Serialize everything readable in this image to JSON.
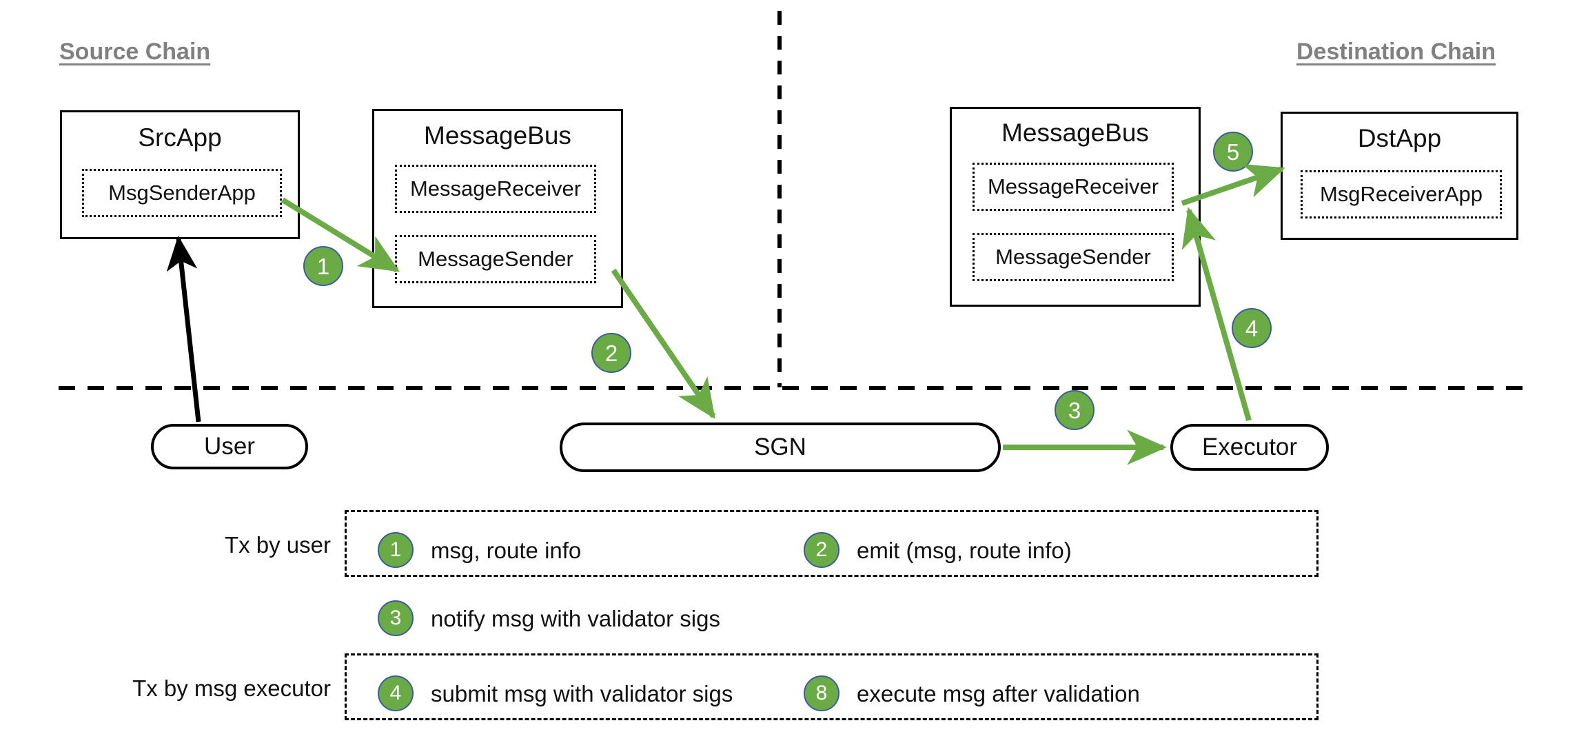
{
  "labels": {
    "source_chain": "Source Chain",
    "destination_chain": "Destination Chain"
  },
  "src_chain": {
    "srcapp": {
      "title": "SrcApp",
      "inner": "MsgSenderApp"
    },
    "messagebus": {
      "title": "MessageBus",
      "receiver": "MessageReceiver",
      "sender": "MessageSender"
    }
  },
  "dst_chain": {
    "messagebus": {
      "title": "MessageBus",
      "receiver": "MessageReceiver",
      "sender": "MessageSender"
    },
    "dstapp": {
      "title": "DstApp",
      "inner": "MsgReceiverApp"
    }
  },
  "offchain": {
    "user": "User",
    "sgn": "SGN",
    "executor": "Executor"
  },
  "flow_badges": {
    "b1": "1",
    "b2": "2",
    "b3": "3",
    "b4": "4",
    "b5": "5"
  },
  "legend": {
    "row1_label": "Tx by user",
    "row2_label": "Tx by msg executor",
    "items": [
      {
        "num": "1",
        "text": "msg, route info"
      },
      {
        "num": "2",
        "text": "emit (msg, route info)"
      },
      {
        "num": "3",
        "text": "notify msg with validator sigs"
      },
      {
        "num": "4",
        "text": "submit msg with validator sigs"
      },
      {
        "num": "8",
        "text": "execute msg after validation"
      }
    ]
  },
  "colors": {
    "badge_fill": "#6BAB45",
    "badge_stroke": "#3B5C9E",
    "arrow_green": "#6BAB45",
    "arrow_black": "#000000",
    "chain_label": "#808080"
  }
}
